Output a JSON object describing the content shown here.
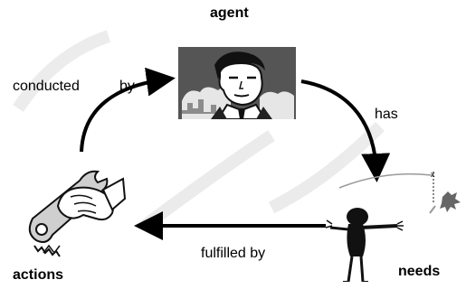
{
  "diagram": {
    "nodes": {
      "agent": {
        "label": "agent",
        "icon": "businessman-portrait-icon"
      },
      "needs": {
        "label": "needs",
        "icon": "person-reaching-icon"
      },
      "actions": {
        "label": "actions",
        "icon": "hand-wrench-icon"
      }
    },
    "edges": {
      "conducted_by": {
        "label_left": "conducted",
        "label_right": "by"
      },
      "has": {
        "label": "has"
      },
      "fulfilled_by": {
        "label": "fulfilled by"
      }
    }
  },
  "colors": {
    "ink": "#000000",
    "watermark": "#d9d9d9",
    "cloud": "#e6e6e6",
    "skyline": "#8c8c8c"
  }
}
